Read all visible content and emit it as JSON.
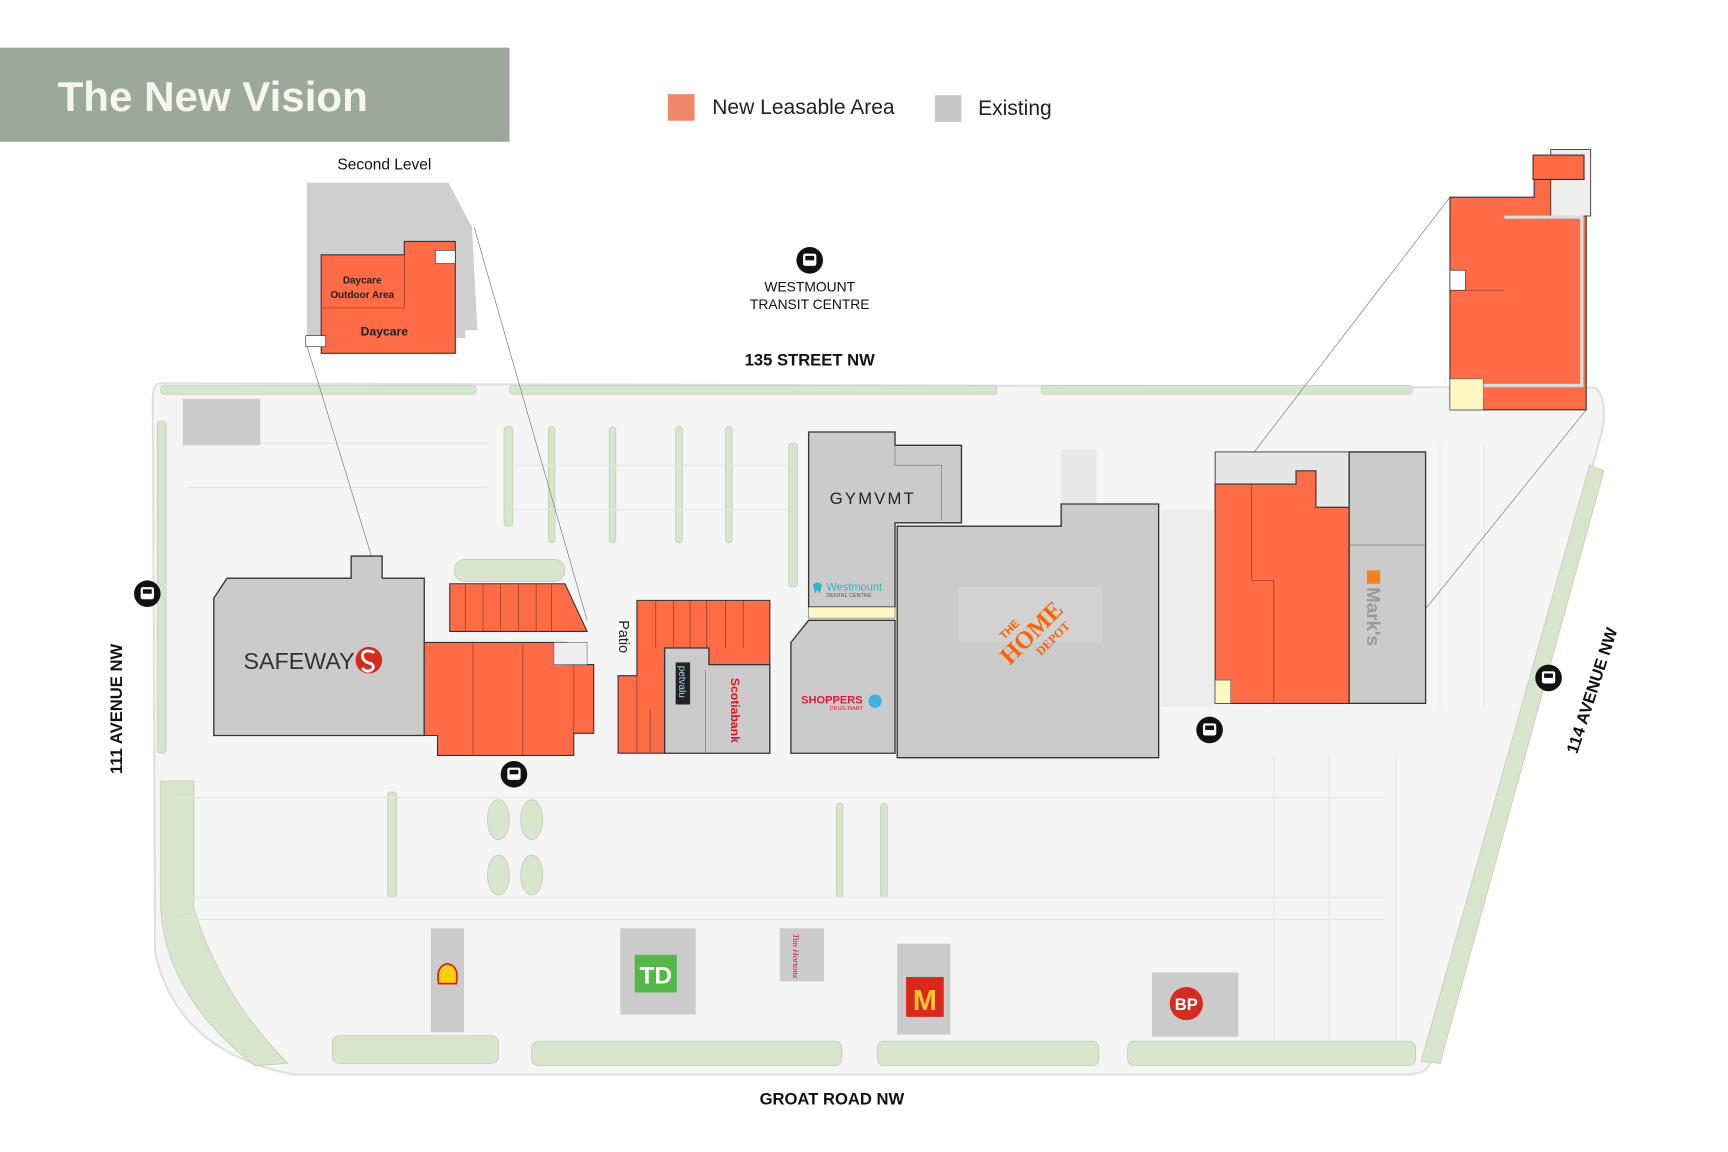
{
  "header": {
    "title": "The New Vision"
  },
  "legend": {
    "items": [
      {
        "label": "New Leasable Area",
        "color": "#f0876a"
      },
      {
        "label": "Existing",
        "color": "#c8c8c8"
      }
    ]
  },
  "second_level": {
    "label": "Second Level",
    "rooms": [
      "Daycare",
      "Outdoor Area",
      "Daycare"
    ]
  },
  "transit": {
    "line1": "WESTMOUNT",
    "line2": "TRANSIT CENTRE",
    "icon": "bus-icon"
  },
  "roads": {
    "north": "135 STREET NW",
    "west": "111 AVENUE NW",
    "east": "114 AVENUE NW",
    "south": "GROAT ROAD NW"
  },
  "tenants": {
    "safeway": "SAFEWAY",
    "patio": "Patio",
    "petvalu": "petvalu",
    "scotiabank": "Scotiabank",
    "gym": "GYMVMT",
    "dental_1": "Westmount",
    "dental_2": "DENTAL CENTRE",
    "shoppers_1": "SHOPPERS",
    "shoppers_2": "DRUG MART",
    "homedepot_1": "THE",
    "homedepot_2": "HOME",
    "homedepot_3": "DEPOT",
    "marks": "Mark's",
    "td": "TD",
    "tims": "Tim Hortons",
    "mcd": "M",
    "bp": "BP"
  },
  "colors": {
    "banner": "#9ca89a",
    "new_area": "#fd6b47",
    "existing": "#cbcbcb",
    "landscape": "#d9e4cc",
    "homedepot": "#f96302",
    "brand_red": "#d52b1e",
    "td_green": "#54b848"
  }
}
